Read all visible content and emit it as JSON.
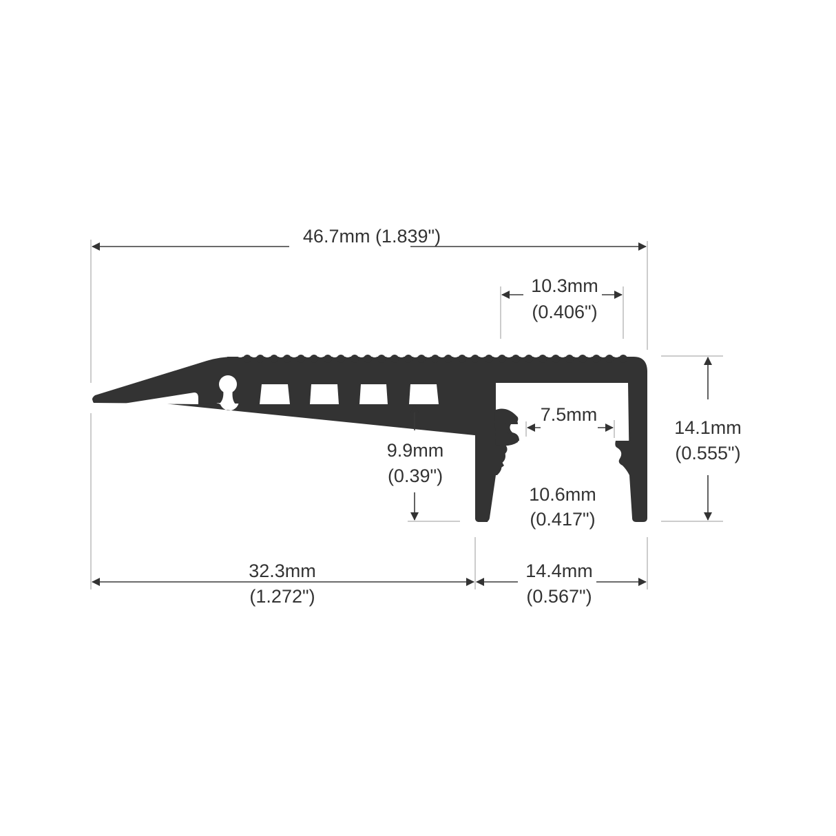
{
  "diagram": {
    "type": "extrusion-profile-cross-section",
    "profile_color": "#333333",
    "background": "#ffffff",
    "dimensions": {
      "overall_width": {
        "mm": "46.7mm",
        "inch": "(1.839\")",
        "label": "46.7mm (1.839\")"
      },
      "channel_top_width": {
        "mm": "10.3mm",
        "inch": "(0.406\")"
      },
      "overall_height": {
        "mm": "14.1mm",
        "inch": "(0.555\")"
      },
      "channel_opening": {
        "mm": "7.5mm"
      },
      "leg_height": {
        "mm": "9.9mm",
        "inch": "(0.39\")"
      },
      "channel_inner_width": {
        "mm": "10.6mm",
        "inch": "(0.417\")"
      },
      "ramp_width": {
        "mm": "32.3mm",
        "inch": "(1.272\")"
      },
      "channel_outer_width": {
        "mm": "14.4mm",
        "inch": "(0.567\")"
      }
    }
  }
}
